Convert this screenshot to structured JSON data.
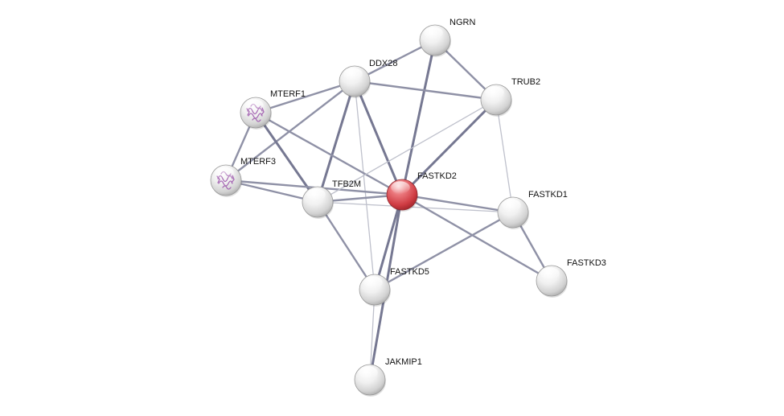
{
  "colors": {
    "edge_strong": "#767892",
    "edge_medium": "#8f91a6",
    "edge_weak": "#bfc1cc",
    "node_gray": "#ececec",
    "node_query": "#d9484f",
    "texture": "#a86bb5"
  },
  "nodes": [
    {
      "id": "NGRN",
      "label": "NGRN",
      "type": "plain"
    },
    {
      "id": "DDX28",
      "label": "DDX28",
      "type": "plain"
    },
    {
      "id": "TRUB2",
      "label": "TRUB2",
      "type": "plain"
    },
    {
      "id": "MTERF1",
      "label": "MTERF1",
      "type": "structure"
    },
    {
      "id": "MTERF3",
      "label": "MTERF3",
      "type": "structure"
    },
    {
      "id": "FASTKD2",
      "label": "FASTKD2",
      "type": "query"
    },
    {
      "id": "TFB2M",
      "label": "TFB2M",
      "type": "plain"
    },
    {
      "id": "FASTKD1",
      "label": "FASTKD1",
      "type": "plain"
    },
    {
      "id": "FASTKD3",
      "label": "FASTKD3",
      "type": "plain"
    },
    {
      "id": "FASTKD5",
      "label": "FASTKD5",
      "type": "plain"
    },
    {
      "id": "JAKMIP1",
      "label": "JAKMIP1",
      "type": "plain"
    }
  ],
  "edges": [
    {
      "source": "NGRN",
      "target": "DDX28",
      "strength": "medium"
    },
    {
      "source": "NGRN",
      "target": "TRUB2",
      "strength": "medium"
    },
    {
      "source": "NGRN",
      "target": "FASTKD2",
      "strength": "strong"
    },
    {
      "source": "DDX28",
      "target": "TRUB2",
      "strength": "medium"
    },
    {
      "source": "DDX28",
      "target": "MTERF1",
      "strength": "medium"
    },
    {
      "source": "DDX28",
      "target": "MTERF3",
      "strength": "medium"
    },
    {
      "source": "DDX28",
      "target": "TFB2M",
      "strength": "strong"
    },
    {
      "source": "DDX28",
      "target": "FASTKD2",
      "strength": "strong"
    },
    {
      "source": "DDX28",
      "target": "FASTKD5",
      "strength": "weak"
    },
    {
      "source": "MTERF1",
      "target": "MTERF3",
      "strength": "medium"
    },
    {
      "source": "MTERF1",
      "target": "TFB2M",
      "strength": "strong"
    },
    {
      "source": "MTERF1",
      "target": "FASTKD2",
      "strength": "medium"
    },
    {
      "source": "MTERF3",
      "target": "TFB2M",
      "strength": "medium"
    },
    {
      "source": "MTERF3",
      "target": "FASTKD2",
      "strength": "medium"
    },
    {
      "source": "TRUB2",
      "target": "FASTKD2",
      "strength": "strong"
    },
    {
      "source": "TRUB2",
      "target": "TFB2M",
      "strength": "weak"
    },
    {
      "source": "TRUB2",
      "target": "FASTKD1",
      "strength": "weak"
    },
    {
      "source": "TFB2M",
      "target": "FASTKD2",
      "strength": "medium"
    },
    {
      "source": "TFB2M",
      "target": "FASTKD1",
      "strength": "weak"
    },
    {
      "source": "TFB2M",
      "target": "FASTKD5",
      "strength": "medium"
    },
    {
      "source": "FASTKD2",
      "target": "FASTKD1",
      "strength": "medium"
    },
    {
      "source": "FASTKD2",
      "target": "FASTKD3",
      "strength": "medium"
    },
    {
      "source": "FASTKD2",
      "target": "FASTKD5",
      "strength": "strong"
    },
    {
      "source": "FASTKD2",
      "target": "JAKMIP1",
      "strength": "strong"
    },
    {
      "source": "FASTKD1",
      "target": "FASTKD3",
      "strength": "medium"
    },
    {
      "source": "FASTKD1",
      "target": "FASTKD5",
      "strength": "medium"
    },
    {
      "source": "FASTKD5",
      "target": "JAKMIP1",
      "strength": "weak"
    }
  ]
}
